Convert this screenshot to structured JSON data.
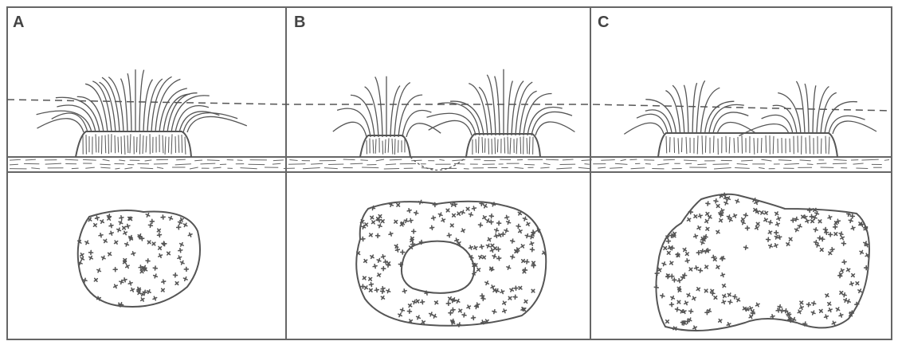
{
  "panels": [
    {
      "id": "A",
      "label": "A"
    },
    {
      "id": "B",
      "label": "B"
    },
    {
      "id": "C",
      "label": "C"
    }
  ],
  "colors": {
    "ink": "#555555",
    "frame": "#666666",
    "background": "#ffffff"
  }
}
